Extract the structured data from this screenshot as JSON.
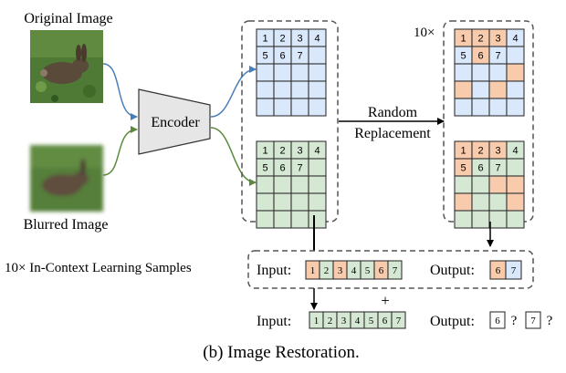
{
  "labels": {
    "original_image": "Original Image",
    "blurred_image": "Blurred Image",
    "encoder": "Encoder",
    "random": "Random",
    "replacement": "Replacement",
    "ten_x_top": "10×",
    "icl_samples": "10× In-Context Learning Samples",
    "input": "Input:",
    "output": "Output:",
    "plus": "+",
    "question": "?",
    "caption": "(b) Image Restoration."
  },
  "grids": {
    "blue": {
      "numbers": [
        "1",
        "2",
        "3",
        "4",
        "5",
        "6",
        "7"
      ]
    },
    "green": {
      "numbers": [
        "1",
        "2",
        "3",
        "4",
        "5",
        "6",
        "7"
      ]
    },
    "top_right": {
      "numbers": [
        "1",
        "2",
        "3",
        "4",
        "5",
        "6",
        "7"
      ]
    },
    "bottom_right": {
      "numbers": [
        "1",
        "2",
        "3",
        "4",
        "5",
        "6",
        "7"
      ]
    }
  },
  "icl_row": {
    "input_tokens": [
      "1",
      "2",
      "3",
      "4",
      "5",
      "6",
      "7"
    ],
    "output_tokens": [
      "6",
      "7"
    ]
  },
  "query_row": {
    "input_tokens": [
      "1",
      "2",
      "3",
      "4",
      "5",
      "6",
      "7"
    ],
    "output_tokens": [
      "6",
      "7"
    ]
  },
  "colors": {
    "blue_cell": "#dae8fc",
    "green_cell": "#d5e8d4",
    "orange_cell": "#f8cbad",
    "encoder_fill": "#e6e6e6",
    "blue_arrow": "#4a7ebb",
    "green_arrow": "#5a8a3c"
  }
}
